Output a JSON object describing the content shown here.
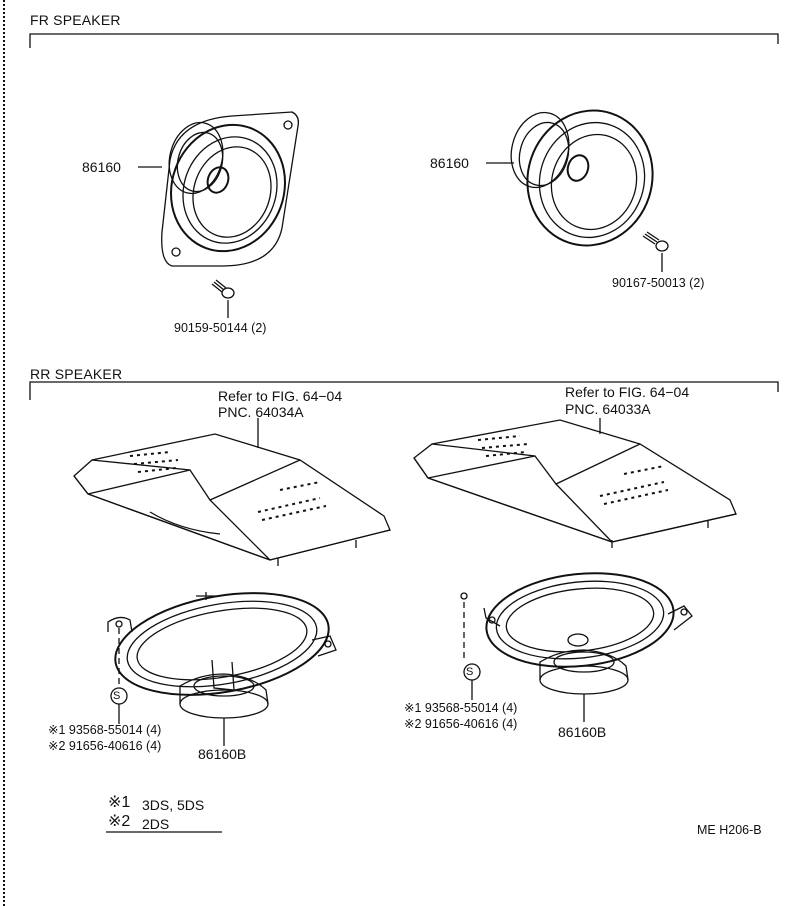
{
  "sections": {
    "fr": {
      "title": "FR SPEAKER"
    },
    "rr": {
      "title": "RR SPEAKER"
    }
  },
  "fr_left": {
    "part": "86160",
    "screw": "90159-50144 (2)"
  },
  "fr_right": {
    "part": "86160",
    "screw": "90167-50013 (2)"
  },
  "rr_left": {
    "ref_line1": "Refer to FIG. 64−04",
    "ref_line2": "PNC. 64034A",
    "fastener_symbol": "S",
    "fastener1": "※1 93568-55014  (4)",
    "fastener2": "※2 91656-40616  (4)",
    "part": "86160B"
  },
  "rr_right": {
    "ref_line1": "Refer to FIG. 64−04",
    "ref_line2": "PNC. 64033A",
    "fastener_symbol": "S",
    "fastener1": "※1 93568-55014  (4)",
    "fastener2": "※2 91656-40616  (4)",
    "part": "86160B"
  },
  "notes": [
    {
      "mark": "※1",
      "text": "3DS, 5DS"
    },
    {
      "mark": "※2",
      "text": "2DS"
    }
  ],
  "figure_code": "ME H206-B"
}
